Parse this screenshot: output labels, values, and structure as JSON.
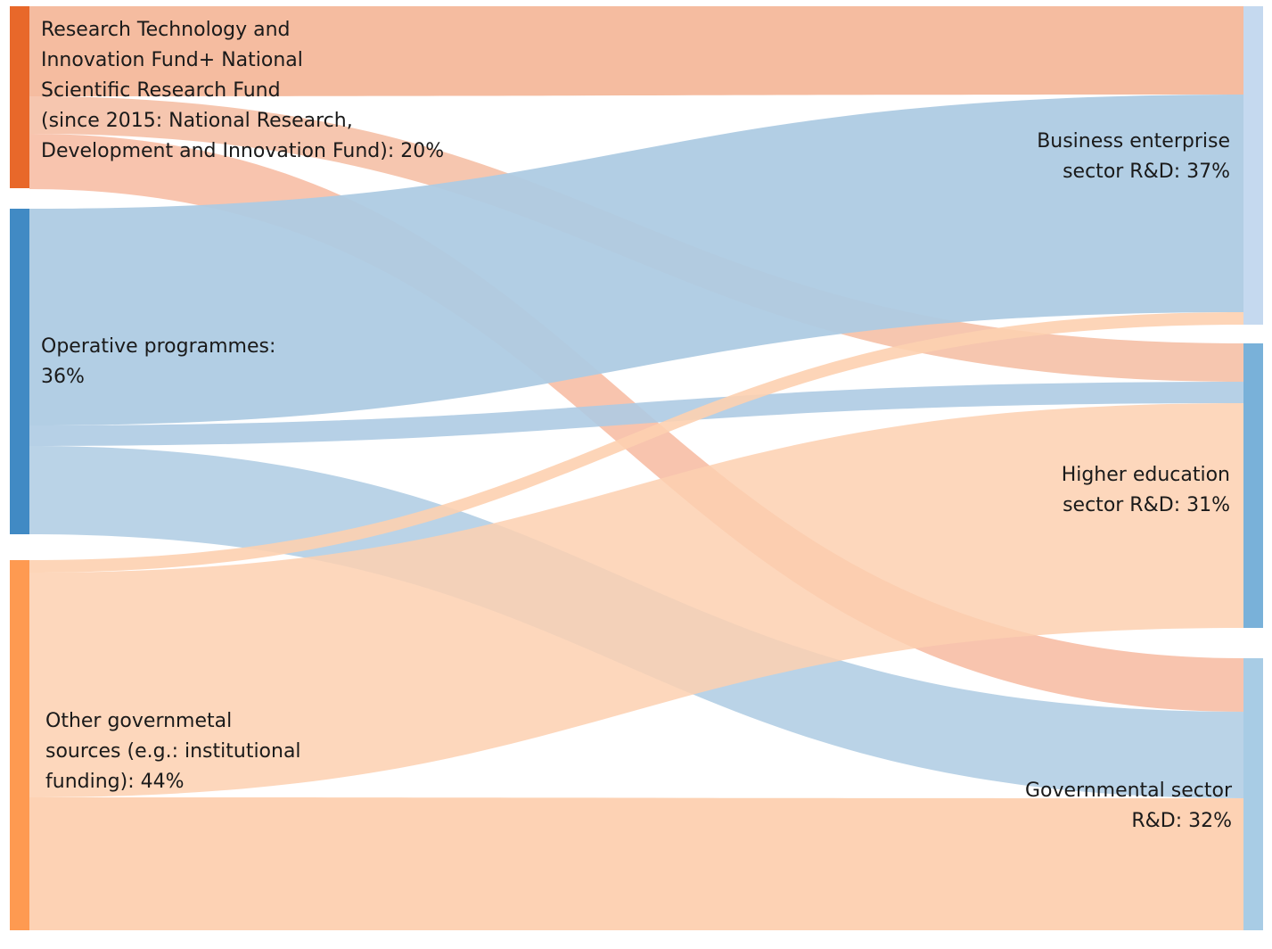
{
  "diagram": {
    "type": "sankey",
    "sources": [
      {
        "id": "rtif",
        "label": "Research Technology and\nInnovation Fund+ National\nScientific Research Fund\n(since 2015: National Research,\nDevelopment and Innovation Fund): 20%",
        "color": "#E8682A",
        "link_color": "#F4B89B"
      },
      {
        "id": "op",
        "label": "Operative programmes:\n36%",
        "color": "#418AC4",
        "link_color": "#AECBE3"
      },
      {
        "id": "other",
        "label": "Other governmetal\nsources (e.g.: institutional\nfunding): 44%",
        "color": "#FE9A51",
        "link_color": "#FDD0B0"
      }
    ],
    "targets": [
      {
        "id": "bus",
        "label": "Business enterprise\nsector R&D: 37%",
        "color": "#C5D9EF"
      },
      {
        "id": "he",
        "label": "Higher education\nsector R&D: 31%",
        "color": "#79B1D9"
      },
      {
        "id": "gov",
        "label": "Governmental sector\nR&D: 32%",
        "color": "#A8CCE5"
      }
    ]
  }
}
